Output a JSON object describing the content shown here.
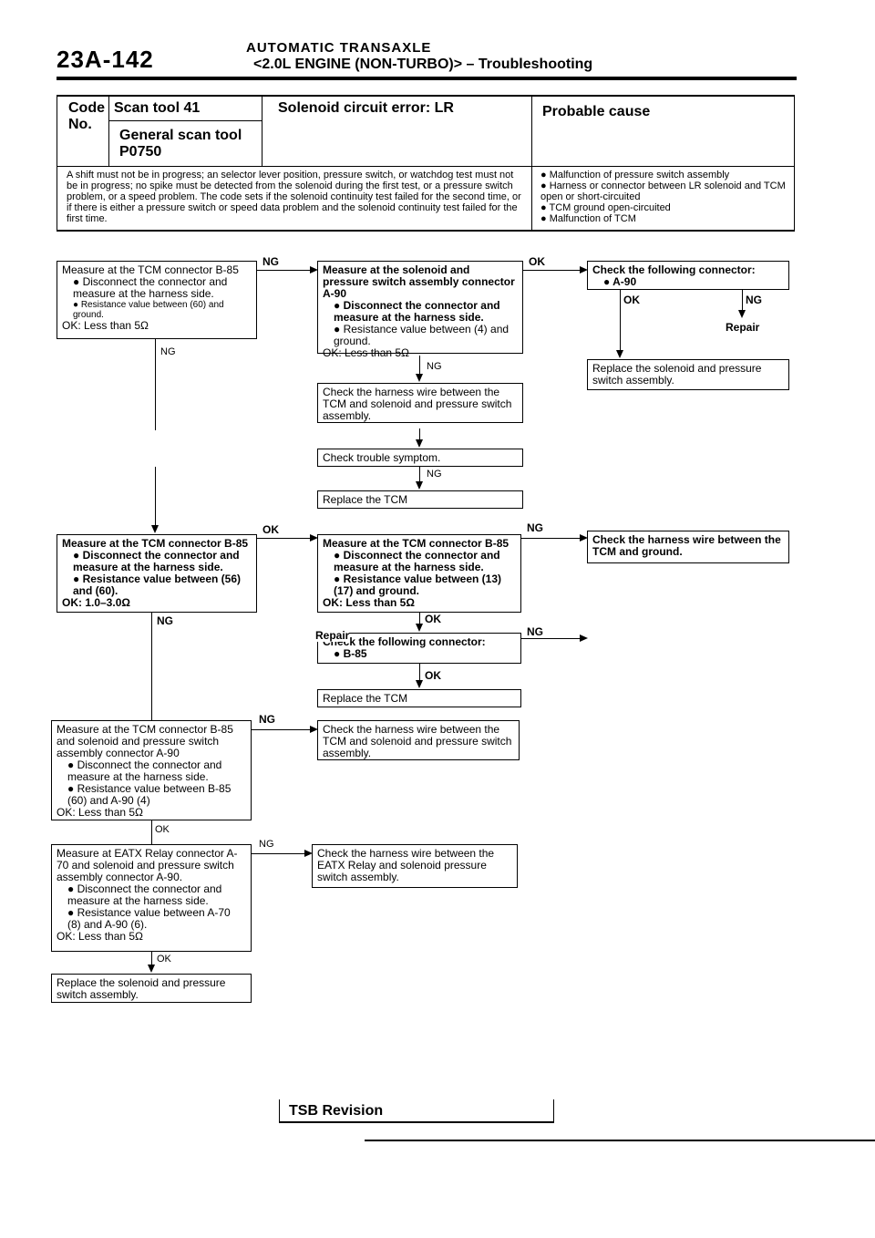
{
  "header": {
    "page_number": "23A-142",
    "section": "AUTOMATIC TRANSAXLE",
    "subtitle": "<2.0L ENGINE (NON-TURBO)> – Troubleshooting"
  },
  "code_table": {
    "code_label": "Code No.",
    "scan_tool": "Scan tool 41",
    "general_scan_tool": "General scan tool",
    "code": "P0750",
    "title": "Solenoid circuit error: LR",
    "cause_header": "Probable cause",
    "description": "A shift must not be in progress; an selector lever position, pressure switch, or watchdog test must not be in progress; no spike must be detected from the solenoid during the first test, or a pressure switch problem, or a speed problem. The code sets if the solenoid continuity test failed for the second time, or if there is either a pressure switch or speed data problem and the solenoid continuity test failed for the first time.",
    "causes": [
      "Malfunction of pressure switch assembly",
      "Harness or connector between LR solenoid and TCM open or short-circuited",
      "TCM ground open-circuited",
      "Malfunction of TCM"
    ]
  },
  "flow": {
    "b1": {
      "l1": "Measure at the TCM connector B-85",
      "l2": "Disconnect the connector and measure at the harness side.",
      "l3": "Resistance value between (60) and ground.",
      "l4": "OK: Less than 5Ω"
    },
    "b2": {
      "l1": "Measure at the solenoid and pressure switch assembly connector A-90",
      "l2": "Disconnect the connector and measure at the harness side.",
      "l3": "Resistance value between (4) and ground.",
      "l4": "OK: Less than 5Ω"
    },
    "b3": {
      "l1": "Check the following connector:",
      "l2": "A-90"
    },
    "b3_ok": "OK",
    "b3_ng": "NG",
    "b3_repair": "Repair",
    "b4": {
      "l1": "Replace the solenoid and pressure switch assembly."
    },
    "b5": {
      "l1": "Check the harness wire between the TCM and solenoid and pressure switch assembly."
    },
    "b6": {
      "l1": "Check trouble symptom."
    },
    "b7": {
      "l1": "Replace the TCM"
    },
    "b8": {
      "l1": "Measure at the TCM connector B-85",
      "l2": "Disconnect the connector and measure at the harness side.",
      "l3": "Resistance value between (56) and (60).",
      "l4": "OK: 1.0–3.0Ω"
    },
    "b9": {
      "l1": "Measure at the TCM connector B-85",
      "l2": "Disconnect the connector and measure at the harness side.",
      "l3": "Resistance value between (13) (17) and ground.",
      "l4": "OK: Less than 5Ω"
    },
    "b10": {
      "l1": "Check the harness wire between the TCM and ground."
    },
    "b11": {
      "l1": "Check the following connector:",
      "l2": "B-85",
      "repair": "Repair"
    },
    "b12": {
      "l1": "Replace the TCM"
    },
    "b13": {
      "l1": "Measure at the TCM connector B-85 and solenoid and pressure switch assembly connector A-90",
      "l2": "Disconnect the connector and measure at the harness side.",
      "l3": "Resistance value between B-85 (60) and A-90 (4)",
      "l4": "OK: Less than 5Ω"
    },
    "b14": {
      "l1": "Check the harness wire between the TCM and solenoid and pressure switch assembly."
    },
    "b15": {
      "l1": "Measure at EATX Relay connector A-70 and solenoid and pressure switch assembly connector A-90.",
      "l2": "Disconnect the connector and measure at the harness side.",
      "l3": "Resistance value between A-70 (8) and A-90 (6).",
      "l4": "OK: Less than 5Ω"
    },
    "b16": {
      "l1": "Check the harness wire between the EATX Relay and solenoid pressure switch assembly."
    },
    "b17": {
      "l1": "Replace the solenoid and pressure switch assembly."
    },
    "labels": {
      "ok": "OK",
      "ng": "NG"
    }
  },
  "footer": {
    "tsb": "TSB Revision"
  }
}
